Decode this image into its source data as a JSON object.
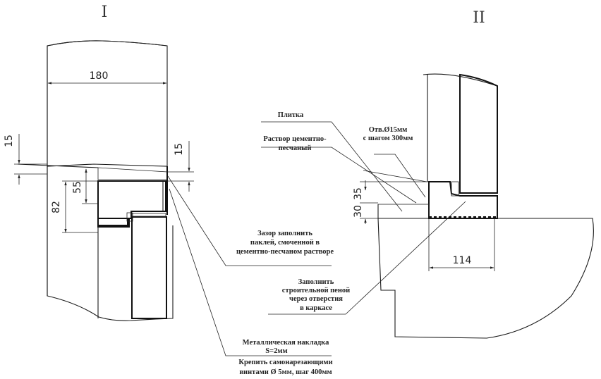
{
  "section_labels": {
    "left": "I",
    "right": "II"
  },
  "dimensions": {
    "left": {
      "wall_width": "180",
      "top_offset_left": "15",
      "top_offset_right": "15",
      "frame_height_55": "55",
      "frame_height_82": "82"
    },
    "right": {
      "height_35": "35",
      "height_30": "30",
      "width_114": "114"
    }
  },
  "notes": {
    "tile": "Плитка",
    "mortar_line1": "Раствор цементно-",
    "mortar_line2": "песчаный",
    "holes_line1": "Отв.Ø15мм",
    "holes_line2": "с шагом 300мм",
    "gap_line1": "Зазор заполнить",
    "gap_line2": "паклей, смоченной в",
    "gap_line3": "цементно-песчаном растворе",
    "foam_line1": "Заполнить",
    "foam_line2": "строительной пеной",
    "foam_line3": "через отверстия",
    "foam_line4": "в каркасе",
    "plate_line1": "Металлическая накладка",
    "plate_line2": "S=2мм",
    "screws_line1": "Крепить самонарезающими",
    "screws_line2": "винтами Ø 5мм, шаг 400мм"
  },
  "colors": {
    "ink": "#1a1a1a",
    "paper": "#ffffff",
    "mortar_fill": "#d9d9d9"
  }
}
